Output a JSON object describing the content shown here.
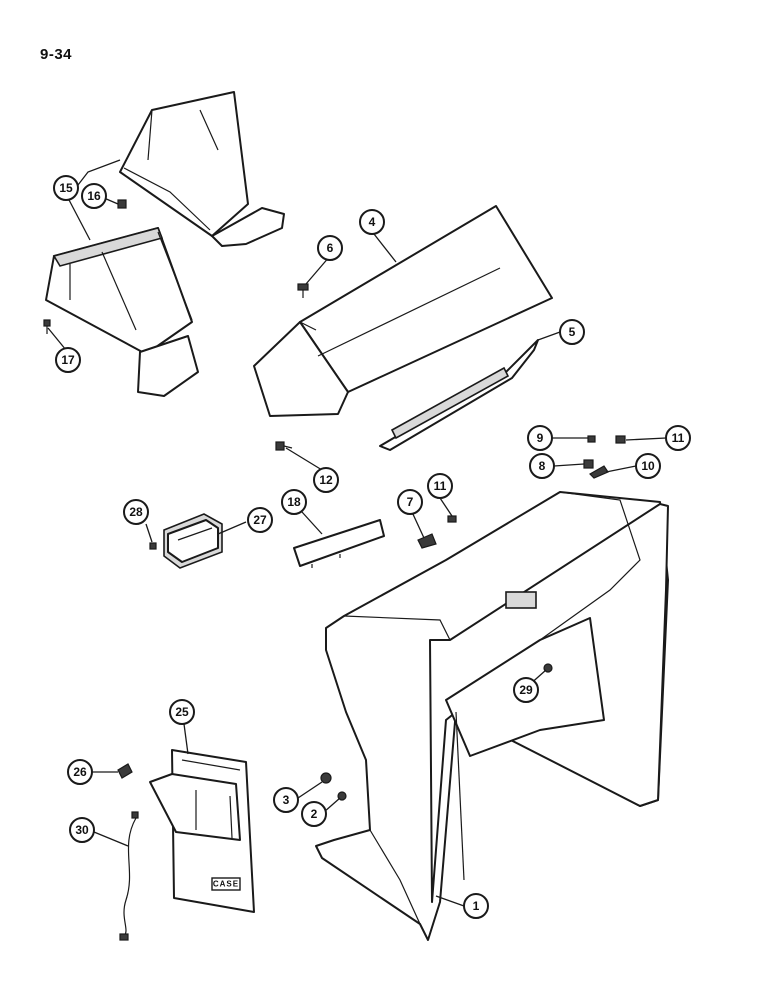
{
  "page_number": "9-34",
  "brand_plate": "CASE",
  "callouts": [
    "1",
    "2",
    "3",
    "4",
    "5",
    "6",
    "7",
    "8",
    "9",
    "10",
    "11",
    "11",
    "12",
    "15",
    "16",
    "17",
    "18",
    "25",
    "26",
    "27",
    "28",
    "29",
    "30"
  ],
  "colors": {
    "ink": "#1a1a1a",
    "paper": "#ffffff",
    "shade": "#d9d9d9"
  }
}
